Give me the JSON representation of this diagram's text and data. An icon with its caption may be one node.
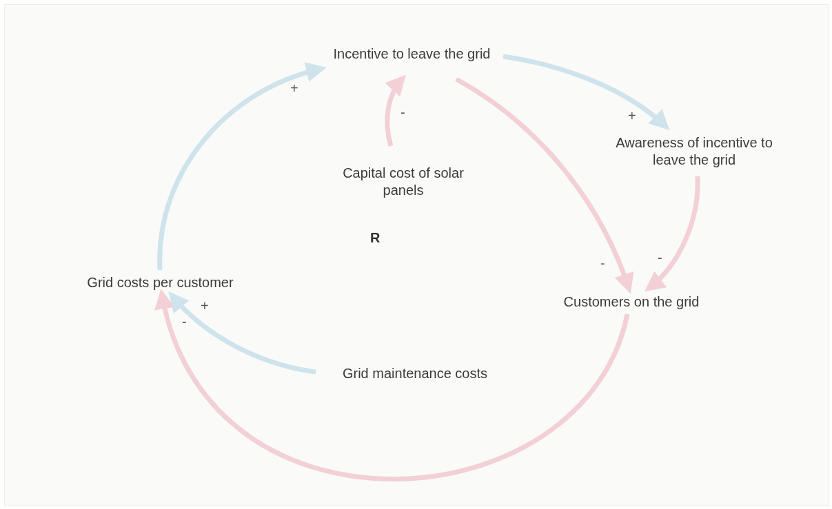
{
  "diagram": {
    "nodes": [
      {
        "text": [
          "Incentive to leave the grid"
        ]
      },
      {
        "text": [
          "Awareness of incentive to leave the grid"
        ]
      },
      {
        "text": [
          "Capital cost of solar panels"
        ]
      },
      {
        "text": [
          "Customers on the grid"
        ]
      },
      {
        "text": [
          "Grid costs per customer"
        ]
      },
      {
        "text": [
          "Grid maintenance costs"
        ]
      }
    ],
    "edges": [
      {
        "from": 4,
        "to": 0,
        "arrow": "to",
        "label": "+",
        "color": "#cfe3ec"
      },
      {
        "from": 0,
        "to": 1,
        "arrow": "to",
        "label": "+",
        "color": "#cfe3ec"
      },
      {
        "from": 2,
        "to": 0,
        "arrow": "to",
        "label": "-"
      },
      {
        "from": 0,
        "to": 3,
        "arrow": "to",
        "label": "-"
      },
      {
        "from": 1,
        "to": 3,
        "arrow": "to",
        "label": "-"
      },
      {
        "from": 5,
        "to": 4,
        "arrow": "to",
        "label": "+",
        "color": "#cfe3ec"
      },
      {
        "from": 3,
        "to": 4,
        "arrow": "to",
        "label": "-"
      }
    ],
    "labels": [
      "R"
    ]
  }
}
